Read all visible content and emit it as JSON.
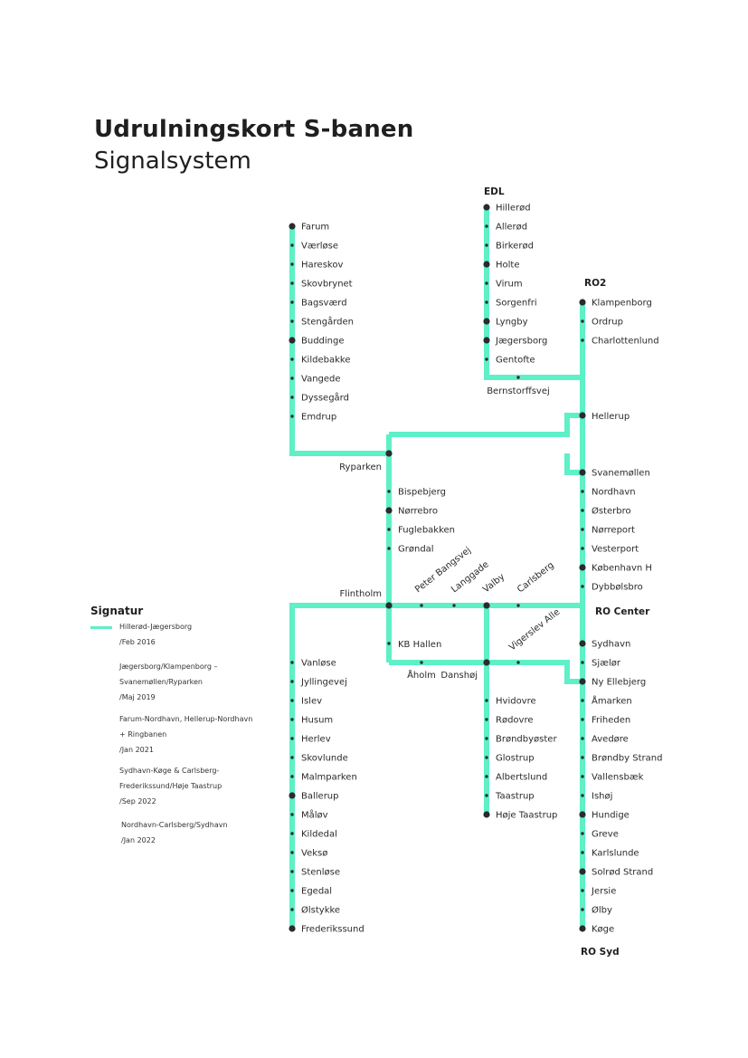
{
  "title": "Udrulningskort S-banen",
  "subtitle": "Signalsystem",
  "colors": {
    "track": "#5ef0c6",
    "dot": "#2b2b2b"
  },
  "regions": {
    "edl": "EDL",
    "ro2": "RO2",
    "ro_center": "RO Center",
    "ro_syd": "RO Syd"
  },
  "stations": {
    "farum_line": [
      "Farum",
      "Værløse",
      "Hareskov",
      "Skovbrynet",
      "Bagsværd",
      "Stengården",
      "Buddinge",
      "Kildebakke",
      "Vangede",
      "Dyssegård",
      "Emdrup"
    ],
    "hillerod_line": [
      "Hillerød",
      "Allerød",
      "Birkerød",
      "Holte",
      "Virum",
      "Sorgenfri",
      "Lyngby",
      "Jægersborg",
      "Gentofte"
    ],
    "klampenborg_line": [
      "Klampenborg",
      "Ordrup",
      "Charlottenlund"
    ],
    "bernstorffsvej": "Bernstorffsvej",
    "hellerup": "Hellerup",
    "ryparken": "Ryparken",
    "ring_line": [
      "Bispebjerg",
      "Nørrebro",
      "Fuglebakken",
      "Grøndal"
    ],
    "central_line": [
      "Svanemøllen",
      "Nordhavn",
      "Østerbro",
      "Nørreport",
      "Vesterport",
      "København H",
      "Dybbølsbro"
    ],
    "flintholm": "Flintholm",
    "diagonal": [
      "Peter Bangsvej",
      "Langgade",
      "Valby",
      "Carlsberg"
    ],
    "kb_hallen": "KB Hallen",
    "vigerslev": "Vigerslev Alle",
    "aaholm": "Åholm",
    "danshoj": "Danshøj",
    "frederikssund_line": [
      "Vanløse",
      "Jyllingevej",
      "Islev",
      "Husum",
      "Herlev",
      "Skovlunde",
      "Malmparken",
      "Ballerup",
      "Måløv",
      "Kildedal",
      "Veksø",
      "Stenløse",
      "Egedal",
      "Ølstykke",
      "Frederikssund"
    ],
    "hoje_taastrup_line": [
      "Hvidovre",
      "Rødovre",
      "Brøndbyøster",
      "Glostrup",
      "Albertslund",
      "Taastrup",
      "Høje Taastrup"
    ],
    "koge_line": [
      "Sydhavn",
      "Sjælør",
      "Ny Ellebjerg",
      "Åmarken",
      "Friheden",
      "Avedøre",
      "Brøndby Strand",
      "Vallensbæk",
      "Ishøj",
      "Hundige",
      "Greve",
      "Karlslunde",
      "Solrød Strand",
      "Jersie",
      "Ølby",
      "Køge"
    ]
  },
  "legend": {
    "title": "Signatur",
    "items": [
      "Hillerød-Jægersborg\n/Feb 2016",
      "Jægersborg/Klampenborg –\nSvanemøllen/Ryparken\n/Maj 2019",
      "Farum-Nordhavn, Hellerup-Nordhavn\n+ Ringbanen\n/Jan 2021",
      "Sydhavn-Køge & Carlsberg-\nFrederikssund/Høje Taastrup\n/Sep 2022",
      "Nordhavn-Carlsberg/Sydhavn\n/Jan 2022"
    ]
  }
}
